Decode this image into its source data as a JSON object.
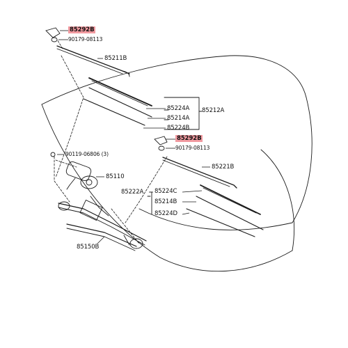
{
  "labels": {
    "part_85292b_upper": "85292B",
    "part_90179_upper": "90179-08113",
    "part_85211b": "85211B",
    "part_85212a": "85212A",
    "part_85224a": "85224A",
    "part_85214a": "85214A",
    "part_85224b": "85224B",
    "part_85292b_lower": "85292B",
    "part_90179_lower": "90179-08113",
    "part_90119": "90119-06806 (3)",
    "part_85221b": "85221B",
    "part_85110": "85110",
    "part_85222a": "85222A",
    "part_85224c": "85224C",
    "part_85214b": "85214B",
    "part_85224d": "85224D",
    "part_85150b": "85150B"
  },
  "colors": {
    "highlight": "#f19aa0",
    "line": "#1a1a1a"
  }
}
